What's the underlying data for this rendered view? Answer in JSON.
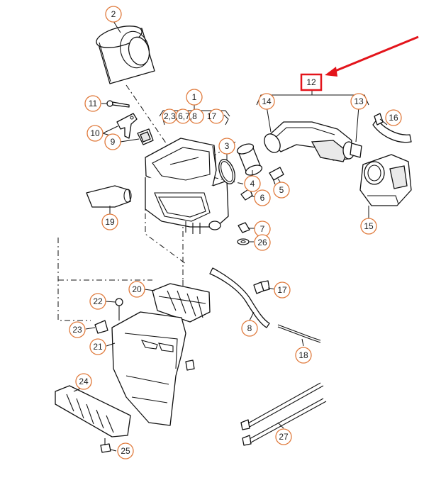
{
  "diagram": {
    "accent_color": "#e07a3c",
    "highlight_color": "#e3141b",
    "callouts": [
      {
        "id": "c2",
        "label": "2"
      },
      {
        "id": "c1",
        "label": "1"
      },
      {
        "id": "c11",
        "label": "11"
      },
      {
        "id": "c10",
        "label": "10"
      },
      {
        "id": "c9",
        "label": "9"
      },
      {
        "id": "c3",
        "label": "3"
      },
      {
        "id": "c4",
        "label": "4"
      },
      {
        "id": "c5",
        "label": "5"
      },
      {
        "id": "c6",
        "label": "6"
      },
      {
        "id": "c7",
        "label": "7"
      },
      {
        "id": "c26",
        "label": "26"
      },
      {
        "id": "c14",
        "label": "14"
      },
      {
        "id": "c13",
        "label": "13"
      },
      {
        "id": "c16",
        "label": "16"
      },
      {
        "id": "c15",
        "label": "15"
      },
      {
        "id": "c19",
        "label": "19"
      },
      {
        "id": "c20",
        "label": "20"
      },
      {
        "id": "c17",
        "label": "17"
      },
      {
        "id": "c22",
        "label": "22"
      },
      {
        "id": "c8",
        "label": "8"
      },
      {
        "id": "c23",
        "label": "23"
      },
      {
        "id": "c21",
        "label": "21"
      },
      {
        "id": "c18",
        "label": "18"
      },
      {
        "id": "c24",
        "label": "24"
      },
      {
        "id": "c27",
        "label": "27"
      },
      {
        "id": "c25",
        "label": "25"
      }
    ],
    "group_1": {
      "items": [
        "2",
        "3",
        "6",
        "7",
        "8",
        "17"
      ],
      "separator": ","
    },
    "highlighted_part": {
      "label": "12",
      "icon": "red-arrow-icon"
    }
  }
}
